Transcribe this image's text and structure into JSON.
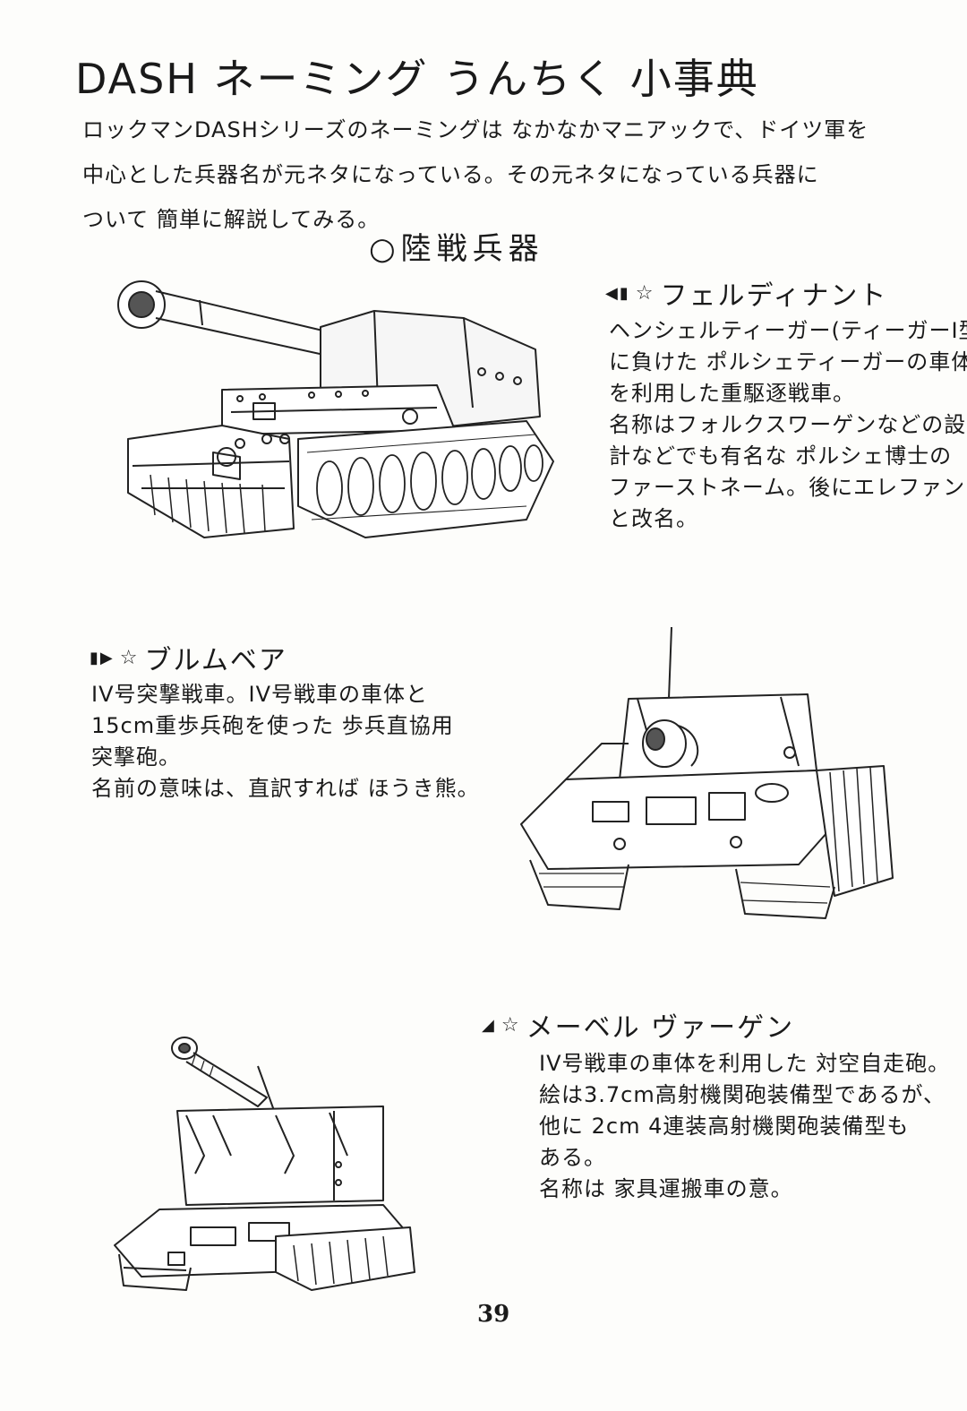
{
  "title": "DASH ネーミング うんちく 小事典",
  "intro": [
    "ロックマンDASHシリーズのネーミングは なかなかマニアックで、ドイツ軍を",
    "中心とした兵器名が元ネタになっている。その元ネタになっている兵器に",
    "ついて 簡単に解説してみる。"
  ],
  "section_heading": "○陸戦兵器",
  "entries": [
    {
      "name": "フェルディナント",
      "description": [
        "ヘンシェルティーガー(ティーガーI型)",
        "に負けた ポルシェティーガーの車体",
        "を利用した重駆逐戦車。",
        "名称はフォルクスワーゲンなどの設",
        "計などでも有名な ポルシェ博士の",
        "ファーストネーム。後にエレファント",
        "と改名。"
      ]
    },
    {
      "name": "ブルムベア",
      "description": [
        "IV号突撃戦車。IV号戦車の車体と",
        "15cm重歩兵砲を使った 歩兵直協用",
        "突撃砲。",
        "名前の意味は、直訳すれば ほうき熊。"
      ]
    },
    {
      "name": "メーベル ヴァーゲン",
      "description": [
        "IV号戦車の車体を利用した 対空自走砲。",
        "絵は3.7cm高射機関砲装備型であるが、",
        "他に 2cm 4連装高射機関砲装備型も",
        "ある。",
        "名称は 家具運搬車の意。"
      ]
    }
  ],
  "page_number": "39",
  "colors": {
    "ink": "#1a1a1a",
    "paper": "#fdfdfb"
  },
  "icons": [
    "marker-triangle-icon",
    "star-icon"
  ]
}
